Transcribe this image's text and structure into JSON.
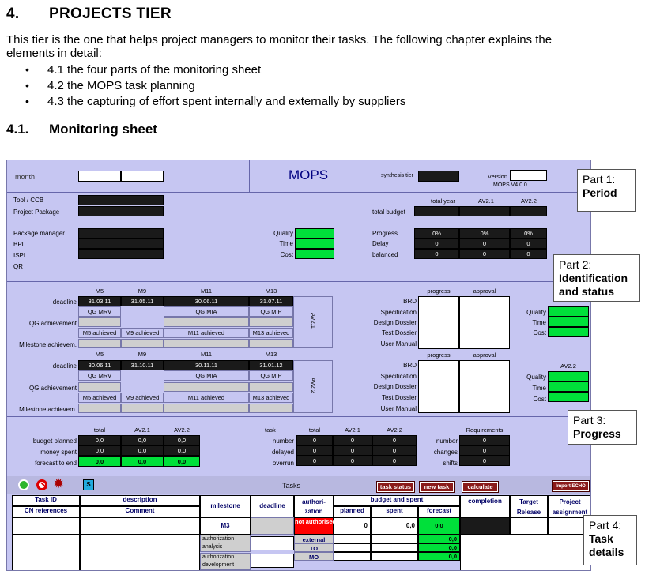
{
  "heading": {
    "number": "4.",
    "title": "PROJECTS TIER"
  },
  "intro": "This tier is the one that helps project managers to monitor their tasks. The following chapter explains the elements in detail:",
  "bullets": [
    "4.1 the four parts of the monitoring sheet",
    "4.2 the MOPS task planning",
    "4.3 the capturing of effort spent internally and externally by suppliers"
  ],
  "subheading": {
    "number": "4.1.",
    "title": "Monitoring sheet"
  },
  "sheet": {
    "month": "month",
    "app": "MOPS",
    "synthesis": "synthesis tier",
    "version_label": "Version",
    "version_value": "MOPS  V4.0.0",
    "tool_ccb": "Tool / CCB",
    "project_package": "Project Package",
    "total_budget": "total budget",
    "budget_cols": [
      "total year",
      "AV2.1",
      "AV2.2"
    ],
    "people": [
      "Package manager",
      "BPL",
      "ISPL",
      "QR"
    ],
    "qtc": [
      "Quality",
      "Time",
      "Cost"
    ],
    "status_labels": [
      "Progress",
      "Delay",
      "balanced"
    ],
    "status_values": [
      [
        "0%",
        "0%",
        "0%"
      ],
      [
        "0",
        "0",
        "0"
      ],
      [
        "0",
        "0",
        "0"
      ]
    ],
    "milestone_heads": [
      "M5",
      "M9",
      "M11",
      "M13"
    ],
    "deadline": "deadline",
    "qg": "QG achievement",
    "milestone_ach": "Milestone achievem.",
    "av21": {
      "label": "AV2.1",
      "dates": [
        "31.03.11",
        "31.05.11",
        "30.06.11",
        "31.07.11"
      ]
    },
    "av22": {
      "label": "AV2.2",
      "dates": [
        "30.06.11",
        "31.10.11",
        "30.11.11",
        "31.01.12"
      ]
    },
    "qg_names": [
      "QG MRV",
      "QG MIA",
      "QG MIP"
    ],
    "achieved": [
      "M5 achieved",
      "M9 achieved",
      "M11 achieved",
      "M13 achieved"
    ],
    "doc_heads": [
      "progress",
      "approval"
    ],
    "docs": [
      "BRD",
      "Specification",
      "Design Dossier",
      "Test Dossier",
      "User Manual"
    ],
    "prog_heads": [
      "total",
      "AV2.1",
      "AV2.2"
    ],
    "prog_labels": [
      "budget planned",
      "money spent",
      "forecast to end"
    ],
    "prog_values": [
      [
        "0,0",
        "0,0",
        "0,0"
      ],
      [
        "0,0",
        "0,0",
        "0,0"
      ],
      [
        "0,0",
        "0,0",
        "0,0"
      ]
    ],
    "task_heads": [
      "task",
      "total",
      "AV2.1",
      "AV2.2"
    ],
    "task_labels": [
      "number",
      "delayed",
      "overrun"
    ],
    "task_values": [
      [
        "0",
        "0",
        "0"
      ],
      [
        "0",
        "0",
        "0"
      ],
      [
        "0",
        "0",
        "0"
      ]
    ],
    "req_head": "Requirements",
    "req_labels": [
      "number",
      "changes",
      "shifts"
    ],
    "req_values": [
      "0",
      "0",
      "0"
    ],
    "tasks_title": "Tasks",
    "buttons": {
      "status": "task status",
      "new": "new task",
      "calc": "calculate",
      "import": "Import ECHO",
      "s": "S"
    },
    "cols": {
      "task_id": "Task ID",
      "cn": "CN references",
      "desc": "description",
      "comment": "Comment",
      "milestone": "milestone",
      "deadline": "deadline",
      "auth": "authori-zation",
      "budget": "budget and spent",
      "planned": "planned",
      "spent": "spent",
      "forecast": "forecast",
      "completion": "completion",
      "target": "Target Release",
      "project": "Project assignment"
    },
    "row": {
      "milestone": "M3",
      "status": "not authorised",
      "planned": "0",
      "spent": "0,0",
      "forecast": "0,0"
    },
    "sub_rows": [
      "external",
      "TO",
      "MO"
    ],
    "sub_values": [
      "0,0",
      "0,0",
      "0,0"
    ],
    "auth_labels": [
      "authorization analysis",
      "authorization development"
    ]
  },
  "callouts": [
    {
      "part": "Part 1:",
      "name": "Period"
    },
    {
      "part": "Part 2:",
      "name": "Identification and status"
    },
    {
      "part": "Part 3:",
      "name": "Progress"
    },
    {
      "part": "Part 4:",
      "name": "Task details"
    }
  ]
}
